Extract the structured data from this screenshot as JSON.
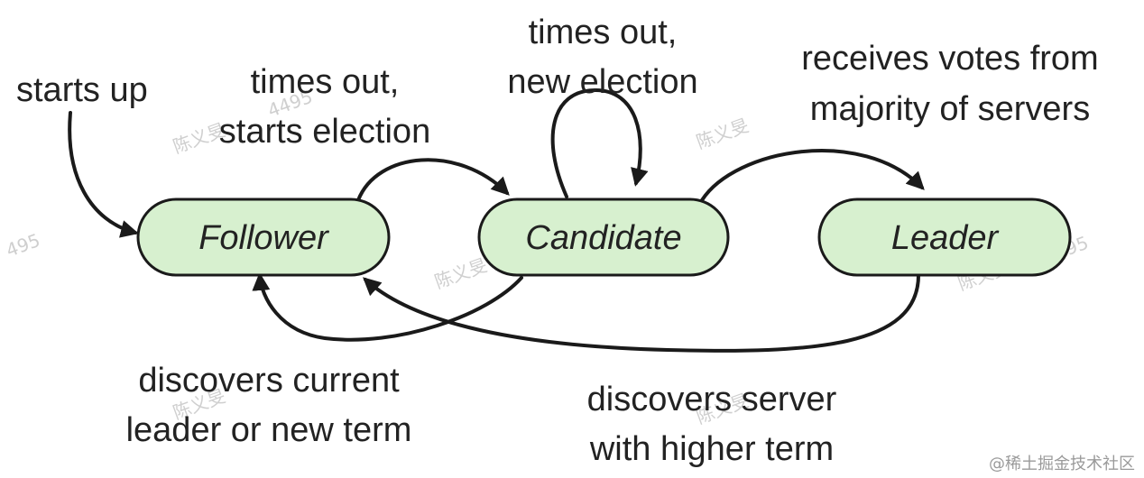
{
  "states": {
    "follower": "Follower",
    "candidate": "Candidate",
    "leader": "Leader"
  },
  "transitions": {
    "start": [
      "starts up"
    ],
    "follower_to_candidate": [
      "times out,",
      "starts election"
    ],
    "candidate_self": [
      "times out,",
      "new election"
    ],
    "candidate_to_leader": [
      "receives votes from",
      "majority of servers"
    ],
    "candidate_to_follower": [
      "discovers current",
      "leader or new term"
    ],
    "leader_to_follower": [
      "discovers server",
      "with higher term"
    ]
  },
  "watermark": {
    "author": "陈义旻",
    "number": "495",
    "number_alt": "4495"
  },
  "brand": "@稀土掘金技术社区",
  "colors": {
    "state_fill": "#d7f0cf",
    "stroke": "#1a1a1a",
    "text": "#222222"
  }
}
